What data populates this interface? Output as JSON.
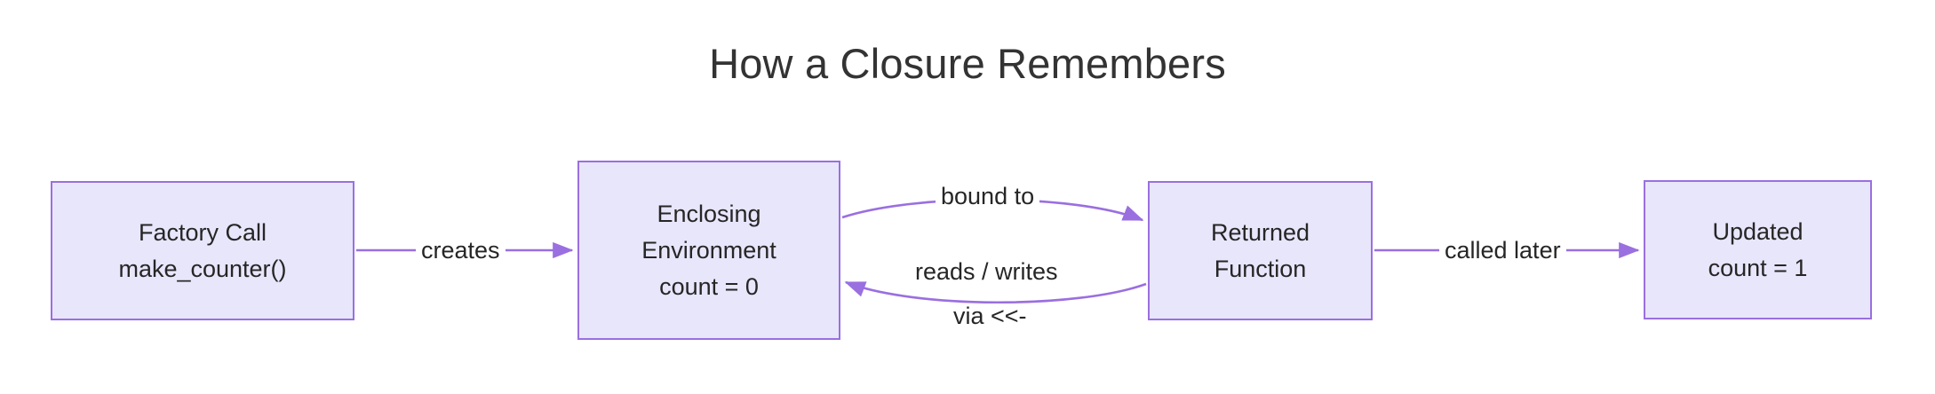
{
  "diagram": {
    "title": "How a Closure Remembers",
    "type": "flowchart",
    "direction": "left-to-right",
    "colors": {
      "node_fill": "#e8e6fb",
      "node_border": "#9a6fe0",
      "edge_stroke": "#9a6fe0",
      "text": "#262626",
      "title_text": "#333333",
      "background": "#ffffff"
    },
    "nodes": [
      {
        "id": "factory",
        "lines": [
          "Factory Call",
          "make_counter()"
        ],
        "line1": "Factory Call",
        "line2": "make_counter()"
      },
      {
        "id": "enclosing",
        "lines": [
          "Enclosing",
          "Environment",
          "count = 0"
        ],
        "line1": "Enclosing",
        "line2": "Environment",
        "line3": "count = 0"
      },
      {
        "id": "returned",
        "lines": [
          "Returned",
          "Function"
        ],
        "line1": "Returned",
        "line2": "Function"
      },
      {
        "id": "updated",
        "lines": [
          "Updated",
          "count = 1"
        ],
        "line1": "Updated",
        "line2": "count = 1"
      }
    ],
    "edges": [
      {
        "id": "creates",
        "from": "factory",
        "to": "returned_env",
        "label": "creates",
        "shape": "straight",
        "arrow": "to"
      },
      {
        "id": "bound-to",
        "from": "enclosing",
        "to": "returned",
        "label": "bound to",
        "shape": "curve-up",
        "arrow": "to"
      },
      {
        "id": "reads-writes",
        "from": "returned",
        "to": "enclosing",
        "label": "reads / writes",
        "label2": "via <<-",
        "shape": "curve-down",
        "arrow": "to"
      },
      {
        "id": "called-later",
        "from": "returned",
        "to": "updated",
        "label": "called later",
        "shape": "straight",
        "arrow": "to"
      }
    ]
  }
}
